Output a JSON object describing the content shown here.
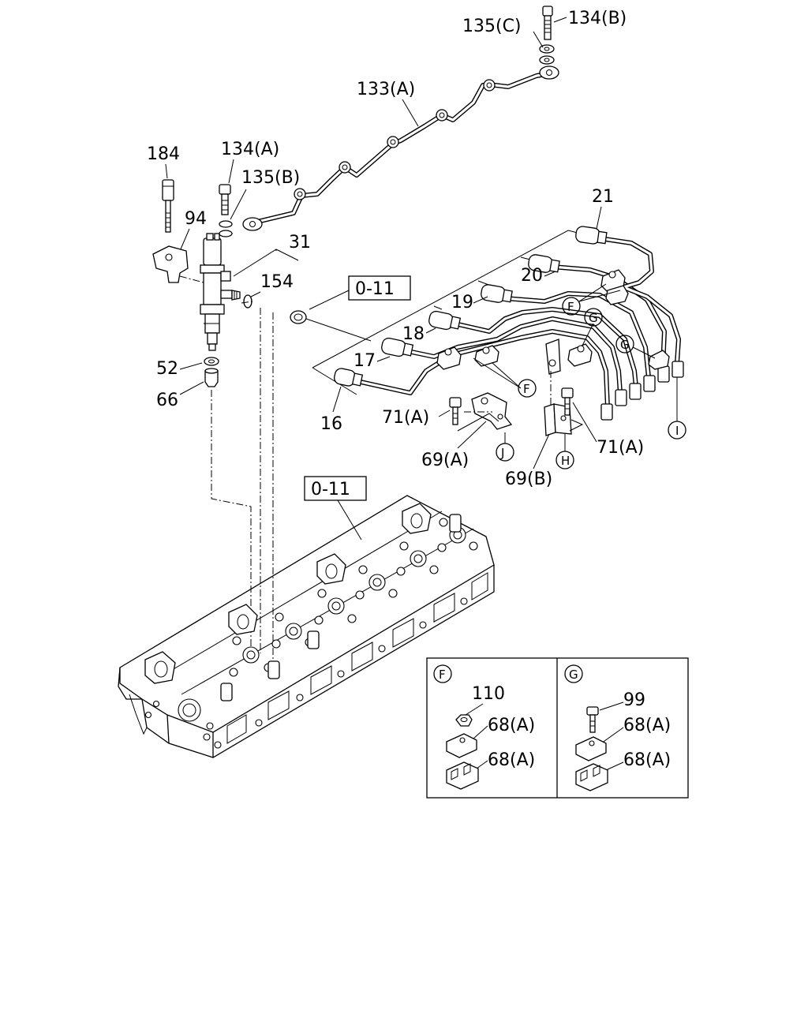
{
  "callouts": {
    "c135C": "135(C)",
    "c134B": "134(B)",
    "c133A": "133(A)",
    "c184": "184",
    "c134A": "134(A)",
    "c135B": "135(B)",
    "c94": "94",
    "c31": "31",
    "c154": "154",
    "c52": "52",
    "c66": "66",
    "c21": "21",
    "c20": "20",
    "c19": "19",
    "c18": "18",
    "c17": "17",
    "c16": "16",
    "c71A_left": "71(A)",
    "c71A_right": "71(A)",
    "c69A": "69(A)",
    "c69B": "69(B)"
  },
  "reference_boxes": {
    "ref_upper": "0-11",
    "ref_lower": "0-11"
  },
  "circled_letters": {
    "F1": "F",
    "F2": "F",
    "G1": "G",
    "G2": "G",
    "H": "H",
    "I": "I",
    "J": "J"
  },
  "detail_panels": {
    "panel_f": {
      "letter": "F",
      "labels": [
        "110",
        "68(A)",
        "68(A)"
      ]
    },
    "panel_g": {
      "letter": "G",
      "labels": [
        "99",
        "68(A)",
        "68(A)"
      ]
    }
  }
}
